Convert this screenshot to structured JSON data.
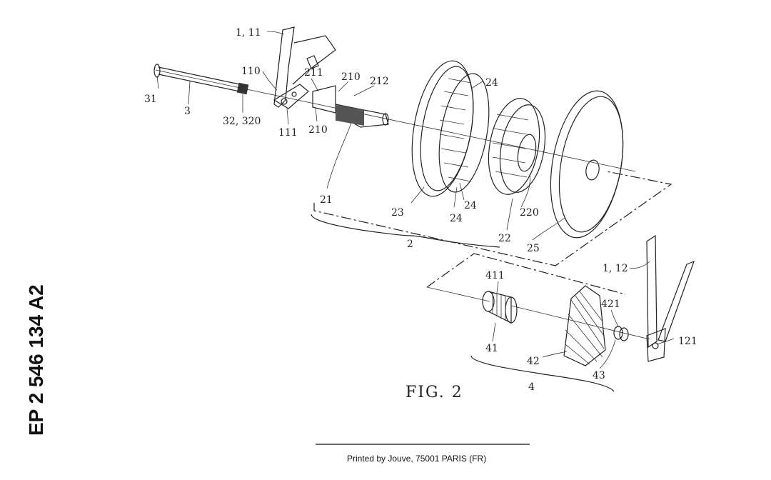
{
  "publication_number": "EP 2 546 134 A2",
  "figure_title": "FIG. 2",
  "footer": "Printed by Jouve, 75001 PARIS (FR)",
  "labels": {
    "l_1_11": "1, 11",
    "l_110": "110",
    "l_111": "111",
    "l_31": "31",
    "l_3": "3",
    "l_32_320": "32, 320",
    "l_211": "211",
    "l_210a": "210",
    "l_212": "212",
    "l_210b": "210",
    "l_21": "21",
    "l_24a": "24",
    "l_24b": "24",
    "l_24c": "24",
    "l_23": "23",
    "l_220": "220",
    "l_22": "22",
    "l_2": "2",
    "l_25": "25",
    "l_1_12": "1, 12",
    "l_121": "121",
    "l_411": "411",
    "l_41": "41",
    "l_421": "421",
    "l_42": "42",
    "l_43": "43",
    "l_4": "4"
  }
}
